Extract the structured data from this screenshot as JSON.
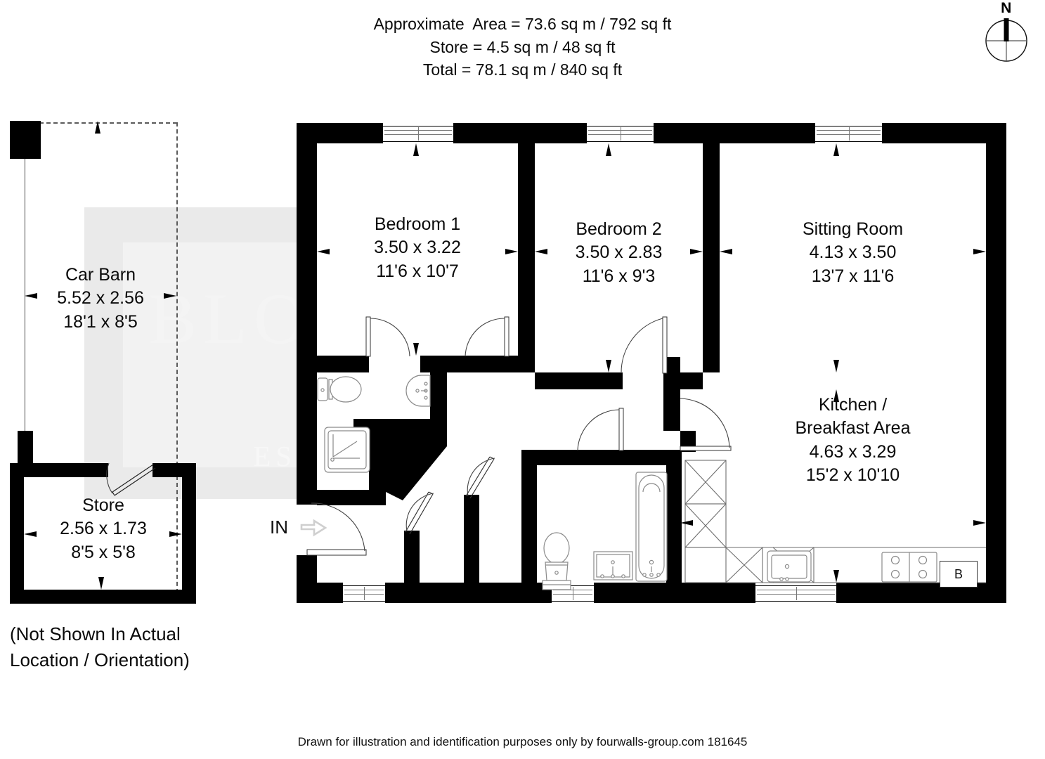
{
  "header": {
    "line1": "Approximate  Area = 73.6 sq m / 792 sq ft",
    "line2": "Store = 4.5 sq m / 48 sq ft",
    "line3": "Total = 78.1 sq m / 840 sq ft"
  },
  "compass": {
    "north_label": "N"
  },
  "watermark": {
    "title": "BLOUNT & MASLIN",
    "subtitle": "ESTATE AGENTS AND VALUERS"
  },
  "rooms": [
    {
      "id": "car-barn",
      "name": "Car Barn",
      "metric": "5.52 x 2.56",
      "imperial": "18'1 x 8'5"
    },
    {
      "id": "store",
      "name": "Store",
      "metric": "2.56 x 1.73",
      "imperial": "8'5 x 5'8"
    },
    {
      "id": "bedroom-1",
      "name": "Bedroom 1",
      "metric": "3.50 x 3.22",
      "imperial": "11'6 x 10'7"
    },
    {
      "id": "bedroom-2",
      "name": "Bedroom 2",
      "metric": "3.50 x 2.83",
      "imperial": "11'6 x 9'3"
    },
    {
      "id": "sitting-room",
      "name": "Sitting Room",
      "metric": "4.13 x 3.50",
      "imperial": "13'7 x 11'6"
    },
    {
      "id": "kitchen",
      "name": "Kitchen /",
      "name2": "Breakfast Area",
      "metric": "4.63 x 3.29",
      "imperial": "15'2 x 10'10"
    }
  ],
  "entrance": {
    "label": "IN",
    "icon": "right-arrow-icon"
  },
  "annotations": {
    "not_shown_line1": "(Not Shown In Actual",
    "not_shown_line2": "Location / Orientation)",
    "boiler_label": "B"
  },
  "footer": {
    "text": "Drawn for illustration and identification purposes only by fourwalls-group.com 181645"
  },
  "colors": {
    "wall": "#000000",
    "paper": "#ffffff",
    "watermark_band": "#eaeaea",
    "watermark_text": "#f4f4f4",
    "fixture_line": "#888888",
    "dimension": "#000000"
  }
}
